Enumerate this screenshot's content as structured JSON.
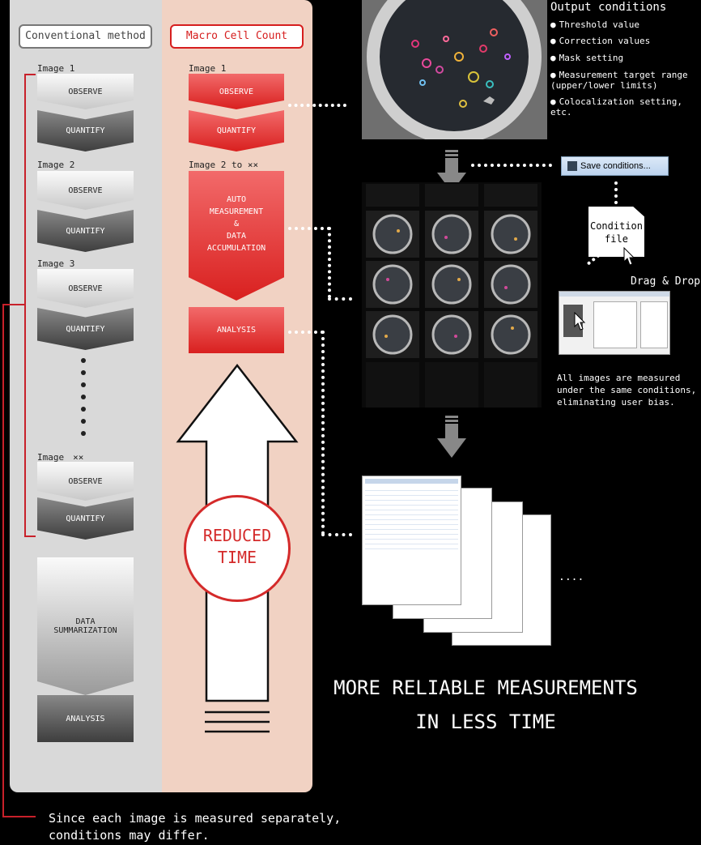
{
  "left": {
    "header": "Conventional method",
    "groups": [
      {
        "label": "Image 1",
        "observe": "OBSERVE",
        "quantify": "QUANTIFY"
      },
      {
        "label": "Image 2",
        "observe": "OBSERVE",
        "quantify": "QUANTIFY"
      },
      {
        "label": "Image 3",
        "observe": "OBSERVE",
        "quantify": "QUANTIFY"
      },
      {
        "label": "Image　××",
        "observe": "OBSERVE",
        "quantify": "QUANTIFY"
      }
    ],
    "summary": "DATA\nSUMMARIZATION",
    "analysis": "ANALYSIS"
  },
  "right": {
    "header": "Macro Cell Count",
    "image1_label": "Image 1",
    "observe": "OBSERVE",
    "quantify": "QUANTIFY",
    "image2_label": "Image 2 to ××",
    "auto": "AUTO\nMEASUREMENT\n&\nDATA\nACCUMULATION",
    "analysis": "ANALYSIS",
    "reduced": "REDUCED\nTIME"
  },
  "output": {
    "title": "Output conditions",
    "items": [
      "Threshold value",
      "Correction values",
      "Mask setting",
      "Measurement target range\n(upper/lower limits)",
      "Colocalization setting, etc."
    ]
  },
  "save_button": "Save conditions...",
  "condition_file": "Condition\nfile",
  "drag_drop": "Drag & Drop",
  "all_images_note": "All images are measured\nunder the same conditions,\neliminating user bias.",
  "ellipsis": "....",
  "headline": "MORE RELIABLE MEASUREMENTS\nIN LESS TIME",
  "footer_note": "Since each image is measured separately,\nconditions may differ."
}
